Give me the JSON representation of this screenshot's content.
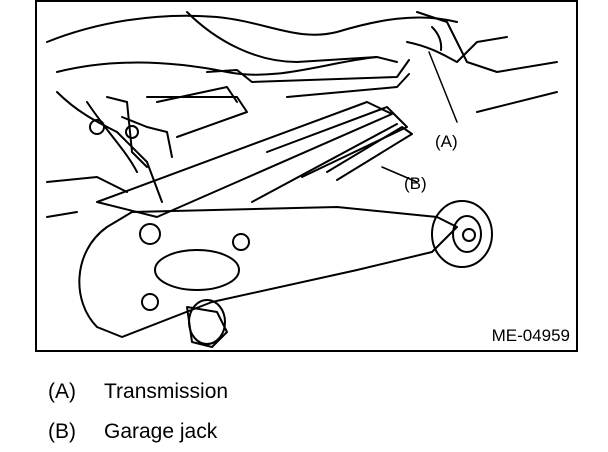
{
  "figure": {
    "id": "ME-04959",
    "callouts": [
      {
        "key": "A",
        "label": "(A)"
      },
      {
        "key": "B",
        "label": "(B)"
      }
    ]
  },
  "legend": [
    {
      "key": "(A)",
      "text": "Transmission"
    },
    {
      "key": "(B)",
      "text": "Garage jack"
    }
  ]
}
